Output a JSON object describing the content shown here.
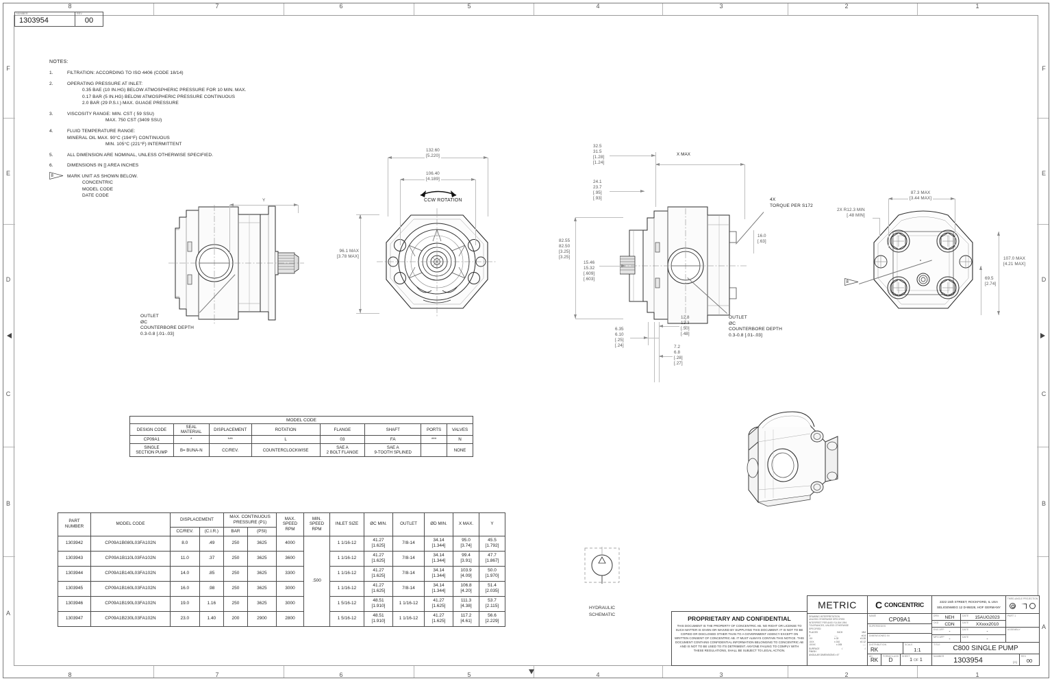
{
  "sheet": {
    "drawing_number_label": "NUMBER",
    "drawing_number": "1303954",
    "rev_label": "REV",
    "rev": "00",
    "zone_columns": [
      "8",
      "7",
      "6",
      "5",
      "4",
      "3",
      "2",
      "1"
    ],
    "zone_rows": [
      "F",
      "E",
      "D",
      "C",
      "B",
      "A"
    ]
  },
  "notes": {
    "header": "NOTES:",
    "items": [
      {
        "num": "1.",
        "text": "FILTRATION: ACCORDING TO ISO 4406 (CODE 18/14)"
      },
      {
        "num": "2.",
        "text": "OPERATING PRESSURE AT INLET:",
        "sub": "0.35 BAE (10 IN.HG) BELOW ATMOSPHERIC PRESSURE FOR 10 MIN. MAX.\n0.17 BAR (5 IN.HG) BELOW ATMOSPHERIC PRESSURE CONTINUOUS\n2.0 BAR (29 P.S.I.) MAX. GUAGE PRESSURE"
      },
      {
        "num": "3.",
        "text": "VISCOSITY RANGE: MIN. CST ( 59 SSU)",
        "sub2": "MAX. 750 CST (3409 SSU)"
      },
      {
        "num": "4.",
        "text": "FLUID TEMPERATURE RANGE:",
        "sub": "MINERAL OIL MAX.  90°C (194°F) CONTINUOUS",
        "sub2": "MIN.  105°C (221°F) INTERMITTENT"
      },
      {
        "num": "5.",
        "text": "ALL DIMENSION ARE NOMINAL, UNLESS OTHERWISE SPECIFIED."
      },
      {
        "num": "6.",
        "text": "DIMENSIONS IN [] AREA INCHES"
      },
      {
        "num": "8",
        "flag": true,
        "text": "MARK UNIT AS SHOWN BELOW.",
        "sub": "CONCENTRIC\n MODEL CODE\n  DATE CODE"
      }
    ]
  },
  "view1": {
    "name": "side-section-view",
    "dim_y": "Y",
    "callout": "OUTLET\nØC\nCOUNTERBORE DEPTH\n0.3-0.8 [.01-.03]"
  },
  "view2": {
    "name": "front-flange-view",
    "dim_overall": "132.60\n[5.220]",
    "dim_bolt": "106.40\n[4.189]",
    "rotation_label": "CCW ROTATION",
    "dim_height": "96.1 MAX\n[3.78 MAX]"
  },
  "view3": {
    "name": "top-section-view",
    "dim_a": "32.5\n31.5\n[1.28]\n[1.24]",
    "dim_b": "24.1\n23.7\n[.95]\n[.93]",
    "dim_c": "82.55\n82.50\n[3.25]\n[3.25]",
    "dim_d": "15.46\n15.32\n[.609]\n[.603]",
    "dim_e": "6.35\n6.10\n[.25]\n[.24]",
    "dim_f": "12.8\n12.3\n[.50]\n[.48]",
    "dim_g": "7.2\n6.8\n[.28]\n[.27]",
    "dim_xmax": "X MAX",
    "dim_16": "16.0\n[.63]",
    "torque_note": "4X\nTORQUE PER S172",
    "callout": "OUTLET\nØC\nCOUNTERBORE DEPTH\n0.3-0.8 [.01-.03]"
  },
  "view4": {
    "name": "rear-cover-view",
    "dim_width": "87.3 MAX\n[3.44 MAX]",
    "dim_radius": "2X R12.3 MIN\n[.48 MIN]",
    "dim_height": "107.0 MAX\n[4.21  MAX]",
    "dim_offset": "69.5\n[2.74]",
    "flag": "8"
  },
  "hydraulic_schematic": {
    "caption": "HYDRAULIC\nSCHEMATIC"
  },
  "model_code_table": {
    "title": "MODEL CODE",
    "headers": [
      "DESIGN CODE",
      "SEAL\nMATERIAL",
      "DISPLACEMENT",
      "ROTATION",
      "FLANGE",
      "SHAFT",
      "PORTS",
      "VALVES"
    ],
    "code_row": [
      "CP09A1",
      "*",
      "***",
      "L",
      "03",
      "FA",
      "***",
      "N"
    ],
    "desc_row": [
      "SINGLE\nSECTION PUMP",
      "B= BUNA-N",
      "CC/REV.",
      "COUNTERCLOCKWISE",
      "SAE A\n2 BOLT FLANGE",
      "SAE A\n9-TOOTH SPLINED",
      "",
      "NONE"
    ]
  },
  "spec_table": {
    "headers": {
      "part_number": "PART\nNUMBER",
      "model_code": "MODEL CODE",
      "displacement": "DISPLACEMENT",
      "displacement_sub": [
        "CC/REV.",
        "(C.I.R.)"
      ],
      "max_pressure": "MAX. CONTINUOUS\nPRESSURE (P1)",
      "max_pressure_sub": [
        "BAR",
        "(PSI)"
      ],
      "max_speed": "MAX.\nSPEED\nRPM",
      "min_speed": "MIN. SPEED\nRPM",
      "inlet_size": "INLET SIZE",
      "dia_c_min": "ØC MIN.",
      "outlet": "OUTLET",
      "dia_d_min": "ØD MIN.",
      "x_max": "X MAX.",
      "y": "Y"
    },
    "min_speed_value": ".500",
    "rows": [
      {
        "part_number": "1303942",
        "model_code": "CP09A1B080L03FA102N",
        "cc_rev": "8.0",
        "cir": ".49",
        "bar": "250",
        "psi": "3625",
        "max_speed": "4000",
        "inlet_size": "1 1/16-12",
        "dia_c": "41.27\n[1.625]",
        "outlet": "7/8-14",
        "dia_d": "34.14\n[1.344]",
        "x_max": "95.0\n[3.74]",
        "y": "45.5\n[1.792]"
      },
      {
        "part_number": "1303943",
        "model_code": "CP09A1B110L03FA102N",
        "cc_rev": "11.0",
        "cir": ".37",
        "bar": "250",
        "psi": "3625",
        "max_speed": "3600",
        "inlet_size": "1 1/16-12",
        "dia_c": "41.27\n[1.625]",
        "outlet": "7/8-14",
        "dia_d": "34.14\n[1.344]",
        "x_max": "99.4\n[3.91]",
        "y": "47.7\n[1.867]"
      },
      {
        "part_number": "1303944",
        "model_code": "CP09A1B140L03FA102N",
        "cc_rev": "14.0",
        "cir": ".85",
        "bar": "250",
        "psi": "3625",
        "max_speed": "3300",
        "inlet_size": "1 1/16-12",
        "dia_c": "41.27\n[1.625]",
        "outlet": "7/8-14",
        "dia_d": "34.14\n[1.344]",
        "x_max": "103.9\n[4.09]",
        "y": "50.0\n[1.970]"
      },
      {
        "part_number": "1303945",
        "model_code": "CP09A1B160L03FA102N",
        "cc_rev": "16.0",
        "cir": ".98",
        "bar": "250",
        "psi": "3625",
        "max_speed": "3000",
        "inlet_size": "1 1/16-12",
        "dia_c": "41.27\n[1.625]",
        "outlet": "7/8-14",
        "dia_d": "34.14\n[1.344]",
        "x_max": "106.8\n[4.20]",
        "y": "51.4\n[2.035]"
      },
      {
        "part_number": "1303946",
        "model_code": "CP09A1B190L03FA102N",
        "cc_rev": "19.0",
        "cir": "1.16",
        "bar": "250",
        "psi": "3625",
        "max_speed": "3000",
        "inlet_size": "1 5/16-12",
        "dia_c": "48.51\n[1.910]",
        "outlet": "1 1/16-12",
        "dia_d": "41.27\n[1.625]",
        "x_max": "111.3\n[4.38]",
        "y": "53.7\n[2.115]"
      },
      {
        "part_number": "1303947",
        "model_code": "CP09A1B230L03FA102N",
        "cc_rev": "23.0",
        "cir": "1.40",
        "bar": "200",
        "psi": "2900",
        "max_speed": "2800",
        "inlet_size": "1 5/16-12",
        "dia_c": "48.51\n[1.910]",
        "outlet": "1 1/16-12",
        "dia_d": "41.27\n[1.625]",
        "x_max": "117.2\n[4.61]",
        "y": "56.6\n[2.229]"
      }
    ]
  },
  "title_block": {
    "metric": "METRIC",
    "company": "CONCENTRIC",
    "address_line1": "2222 15th STREET, ROCKFORD, IL  USA",
    "address_line2": "SELIGENWEG 12 D-95028, HOF  GERMANY",
    "projection_label": "THIRD-ANGLE PROJECTION",
    "proprietary_title": "PROPRIETARY AND CONFIDENTIAL",
    "proprietary_text": "THIS DOCUMENT IS THE PROPERTY OF CONCENTRIC AB. NO RIGHT OR LICENSE TO SUCH MATTER IS GIVEN OR WAIVED BY SUPPLYING THIS DOCUMENT. IT IS NOT TO BE COPIED OR DISCLOSED OTHER THAN TO A GOVERNMENT AGENCY EXCEPT ON WRITTEN CONSENT OF CONCENTRIC AB.  IT MUST ALWAYS CONTAIN THIS NOTICE. THIS DOCUMENT CONTAINS CONFIDENTIAL INFORMATION BELONGING TO CONCENTRIC AB AND IS NOT TO BE USED TO ITS DETRIMENT.  ANYONE FAILING TO COMPLY WITH THESE REGULATIONS, SHALL BE SUBJECT TO LEGAL ACTION.",
    "tolerance_heading": "DRAWING INTERPRETATION\nUNLESS OTHERWISE SPECIFIED\nINTERPRET PER ANSI Y14.5M 1994\nTOLERANCES, UNLESS OTHERWISE\nSPECIFIED:",
    "tolerance_cols": [
      "PLACES",
      "INCH",
      "MM"
    ],
    "tolerance_rows": [
      [
        "X",
        "----",
        "±0.8"
      ],
      [
        ".XX",
        "±.03",
        "±0.28"
      ],
      [
        ".XXX",
        "±.010",
        "±0.12"
      ],
      [
        ".XXXX",
        "±.005",
        "----"
      ]
    ],
    "surface_finish_label": "SURFACE\nFINISH",
    "angular_note": "ANGULAR DIMENSIONS ± 5°",
    "name_label": "NAME",
    "name_value": "CP09A1",
    "supersedes_label": "SUPERSEDES",
    "supersedes_value": "",
    "dimensioned_label": "DIMENSIONED IN",
    "dimensioned_value": "",
    "drn_label": "DRN",
    "drn_value": "NEH",
    "drn_date_label": "DATE",
    "drn_date_value": "15AUG2023",
    "ckd_label": "CKD",
    "ckd_value": "CDN",
    "ckd_date_label": "DATE",
    "ckd_date_value": "XXxxx2010",
    "eng_app_label": "ENG APP",
    "eng_app_value": "-",
    "eng_app_date_label": "DATE",
    "eng_app_date_value": "-",
    "mfg_app_label": "MFG APP",
    "mfg_app_value": "-",
    "mfg_app_date_label": "DATE",
    "mfg_app_date_value": "-",
    "part1_label": "PART 1",
    "assembly_label": "ASSEMBLY",
    "distribution_label": "DISTRIBUTION",
    "distribution_value": "RK",
    "scale_label": "SCALE",
    "scale_value": "1:1",
    "title_label": "TITLE",
    "title_value": "C800 SINGLE PUMP",
    "ad_label": "AD",
    "ad_value": "RK",
    "form_class_label": "FORM/CLASS",
    "form_class_value": "D",
    "sheet_label": "SHEET",
    "sheet_value": "1",
    "sheet_of": "OF",
    "sheet_total": "1",
    "number_label": "NUMBER",
    "number_value": "1303954",
    "size_value": "(A)",
    "rev_label": "REV",
    "rev_value": "00"
  }
}
